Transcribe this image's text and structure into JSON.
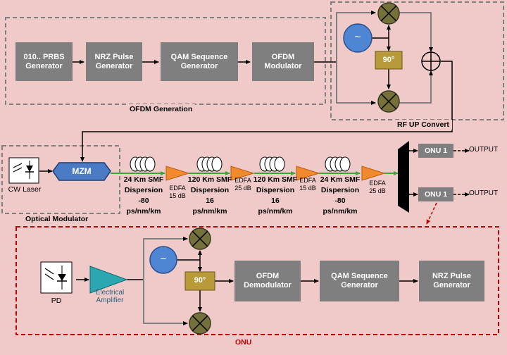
{
  "tx": {
    "prbs": "010.. PRBS Generator",
    "nrz": "NRZ Pulse Generator",
    "qam": "QAM Sequence Generator",
    "ofdm": "OFDM Modulator",
    "group_label": "OFDM Generation"
  },
  "rf_up": {
    "osc_symbol": "~",
    "phase": "90°",
    "group_label": "RF UP Convert"
  },
  "optical": {
    "laser_label": "CW Laser",
    "mzm": "MZM",
    "group_label": "Optical Modulator"
  },
  "link": {
    "spans": [
      {
        "line1": "24 Km SMF",
        "line2": "Dispersion",
        "line3": "-80",
        "line4": "ps/nm/km"
      },
      {
        "line1": "120 Km SMF",
        "line2": "Dispersion",
        "line3": "16",
        "line4": "ps/nm/km"
      },
      {
        "line1": "120 Km SMF",
        "line2": "Dispersion",
        "line3": "16",
        "line4": "ps/nm/km"
      },
      {
        "line1": "24 Km SMF",
        "line2": "Dispersion",
        "line3": "-80",
        "line4": "ps/nm/km"
      }
    ],
    "edfas": [
      {
        "name": "EDFA",
        "gain": "15 dB"
      },
      {
        "name": "EDFA",
        "gain": "25 dB"
      },
      {
        "name": "EDFA",
        "gain": "15 dB"
      },
      {
        "name": "EDFA",
        "gain": "25 dB"
      }
    ]
  },
  "onus": [
    {
      "label": "ONU 1",
      "output": "OUTPUT"
    },
    {
      "label": "ONU 1",
      "output": "OUTPUT"
    }
  ],
  "rx": {
    "pd_label": "PD",
    "amp_label": "Electrical Amplifier",
    "osc_symbol": "~",
    "phase": "90°",
    "ofdm_demod": "OFDM Demodulator",
    "qam": "QAM Sequence Generator",
    "nrz": "NRZ Pulse Generator",
    "group_label": "ONU"
  },
  "colors": {
    "background": "#f0c9c9",
    "block": "#7f7f7f",
    "oscillator": "#4f86d4",
    "mixer": "#75713a",
    "phase_block": "#b89a3a",
    "edfa": "#f08a2c",
    "fiber_arrow": "#3aa63a",
    "amplifier": "#2aa7b0",
    "mzm": "#4a7bc4",
    "onu_box_border": "#c00000"
  }
}
